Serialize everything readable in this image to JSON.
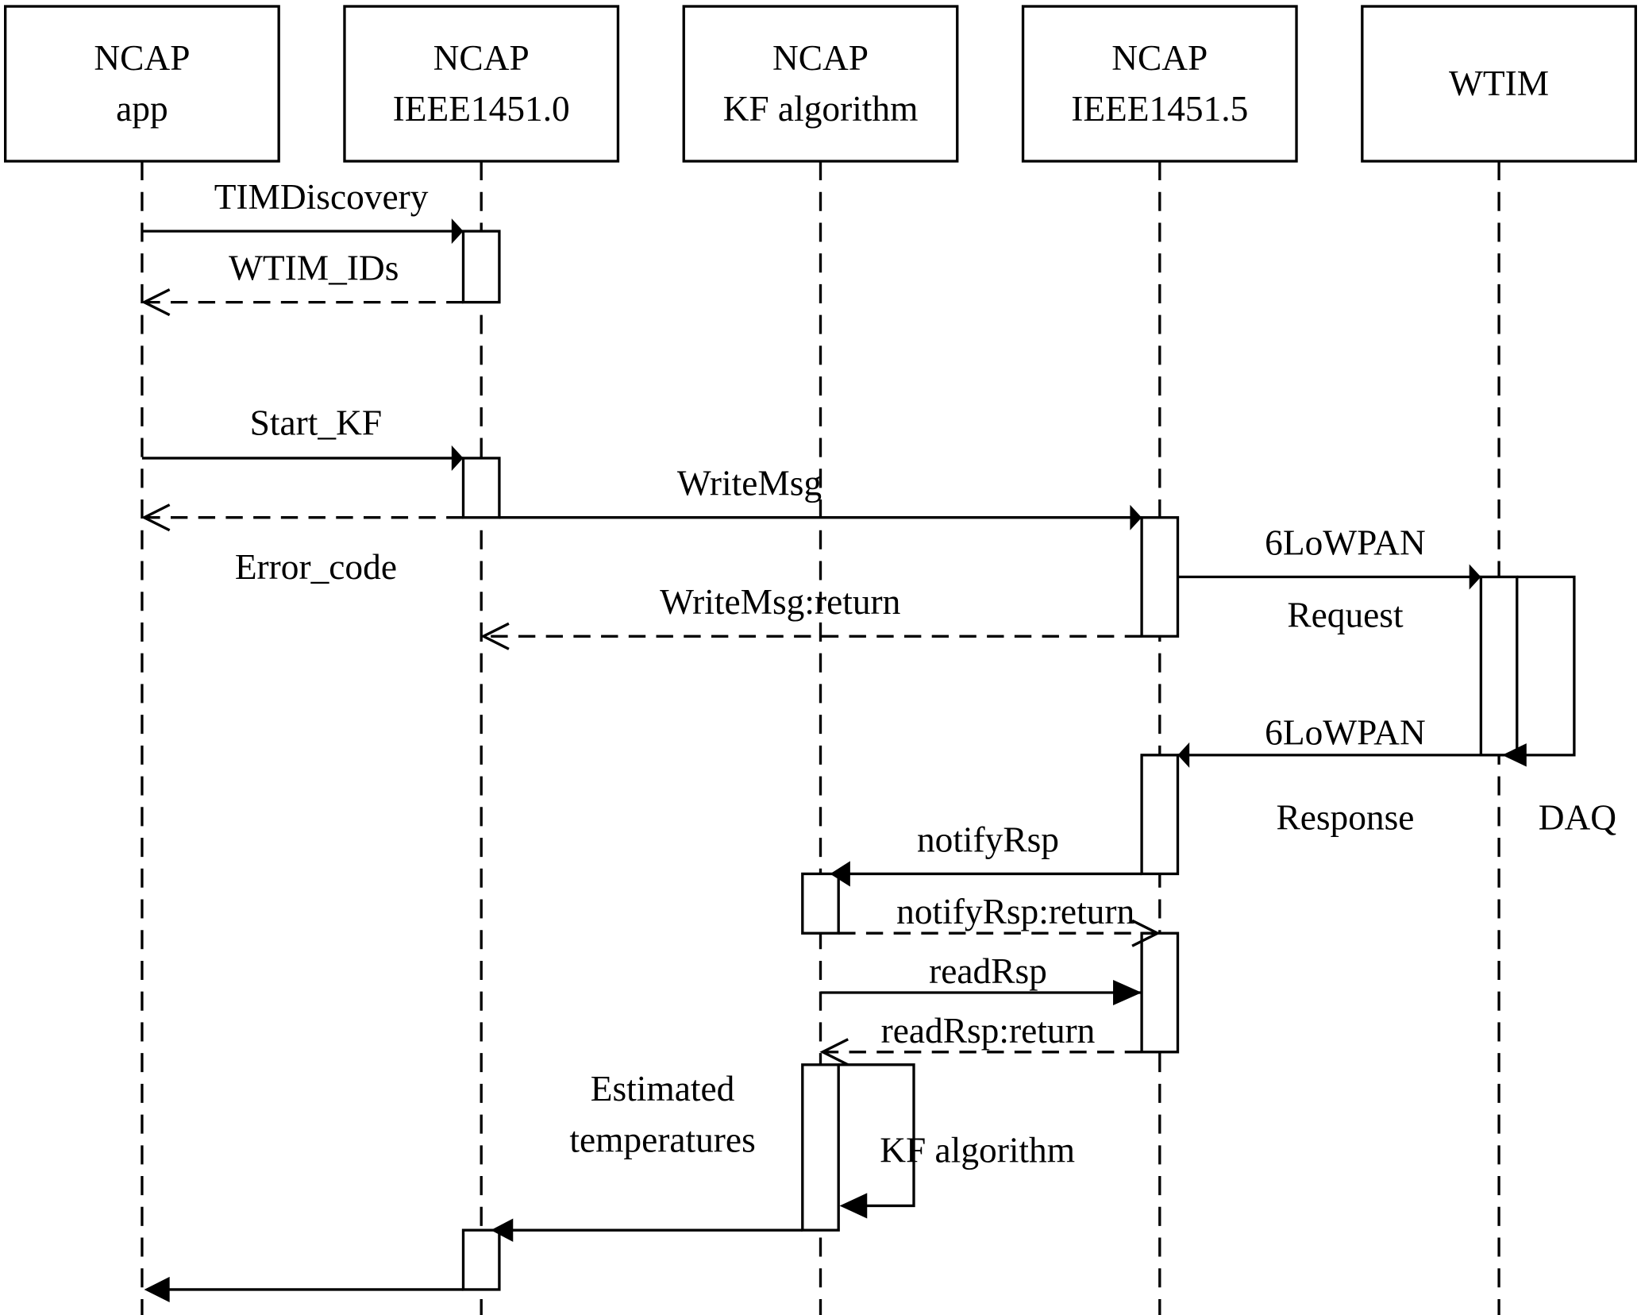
{
  "diagram": {
    "type": "sequence-diagram",
    "participants": [
      {
        "id": "app",
        "line1": "NCAP",
        "line2": "app"
      },
      {
        "id": "ieee0",
        "line1": "NCAP",
        "line2": "IEEE1451.0"
      },
      {
        "id": "kf",
        "line1": "NCAP",
        "line2": "KF algorithm"
      },
      {
        "id": "ieee5",
        "line1": "NCAP",
        "line2": "IEEE1451.5"
      },
      {
        "id": "wtim",
        "line1": "WTIM",
        "line2": ""
      }
    ],
    "messages": [
      {
        "from": "app",
        "to": "ieee0",
        "kind": "sync",
        "label": "TIMDiscovery"
      },
      {
        "from": "ieee0",
        "to": "app",
        "kind": "return",
        "label": "WTIM_IDs"
      },
      {
        "from": "app",
        "to": "ieee0",
        "kind": "sync",
        "label": "Start_KF"
      },
      {
        "from": "ieee0",
        "to": "app",
        "kind": "return",
        "label": "Error_code"
      },
      {
        "from": "ieee0",
        "to": "ieee5",
        "kind": "sync",
        "label": "WriteMsg"
      },
      {
        "from": "ieee5",
        "to": "wtim",
        "kind": "sync",
        "label": "6LoWPAN",
        "sublabel": "Request"
      },
      {
        "from": "ieee5",
        "to": "ieee0",
        "kind": "return",
        "label": "WriteMsg:return"
      },
      {
        "from": "wtim",
        "to": "wtim",
        "kind": "self",
        "label": "DAQ"
      },
      {
        "from": "wtim",
        "to": "ieee5",
        "kind": "sync",
        "label": "6LoWPAN",
        "sublabel": "Response"
      },
      {
        "from": "ieee5",
        "to": "kf",
        "kind": "sync",
        "label": "notifyRsp"
      },
      {
        "from": "kf",
        "to": "ieee5",
        "kind": "return",
        "label": "notifyRsp:return"
      },
      {
        "from": "kf",
        "to": "ieee5",
        "kind": "sync",
        "label": "readRsp"
      },
      {
        "from": "ieee5",
        "to": "kf",
        "kind": "return",
        "label": "readRsp:return"
      },
      {
        "from": "kf",
        "to": "kf",
        "kind": "self",
        "label": "KF algorithm"
      },
      {
        "from": "kf",
        "to": "ieee0",
        "kind": "sync",
        "label": "Estimated",
        "sublabel": "temperatures"
      },
      {
        "from": "ieee0",
        "to": "app",
        "kind": "sync",
        "label": ""
      }
    ]
  }
}
